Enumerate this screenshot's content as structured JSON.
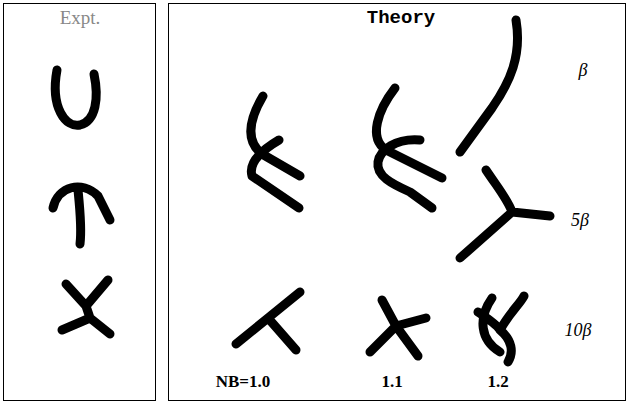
{
  "diagram": {
    "nodes": [
      {
        "text": [
          "Expt."
        ]
      },
      {
        "text": [
          "Theory"
        ]
      }
    ],
    "labels": [
      "β",
      "5β",
      "10β",
      "NB=1.0",
      "1.1",
      "1.2"
    ]
  }
}
